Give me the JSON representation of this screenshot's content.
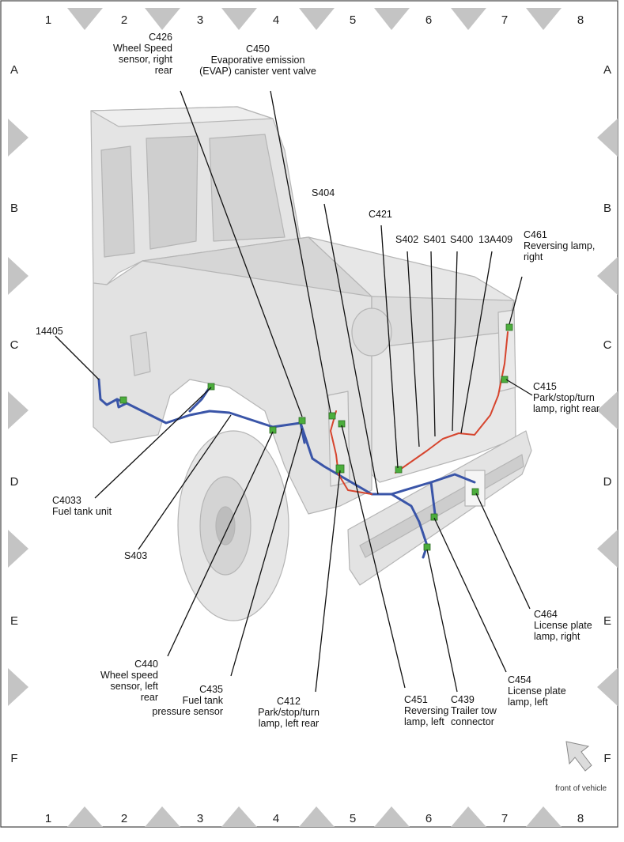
{
  "grid": {
    "columns": [
      "1",
      "2",
      "3",
      "4",
      "5",
      "6",
      "7",
      "8"
    ],
    "rows": [
      "A",
      "B",
      "C",
      "D",
      "E",
      "F"
    ]
  },
  "callouts": {
    "c426": {
      "id": "C426",
      "lines": [
        "Wheel Speed",
        "sensor, right",
        "rear"
      ]
    },
    "c450": {
      "id": "C450",
      "lines": [
        "Evaporative emission",
        "(EVAP) canister vent valve"
      ]
    },
    "s404": {
      "id": "S404"
    },
    "c421": {
      "id": "C421"
    },
    "s402": {
      "id": "S402"
    },
    "s401": {
      "id": "S401"
    },
    "s400": {
      "id": "S400"
    },
    "a13a409": {
      "id": "13A409"
    },
    "c461": {
      "id": "C461",
      "lines": [
        "Reversing lamp,",
        "right"
      ]
    },
    "w14405": {
      "id": "14405"
    },
    "c415": {
      "id": "C415",
      "lines": [
        "Park/stop/turn",
        "lamp, right rear"
      ]
    },
    "c4033": {
      "id": "C4033",
      "lines": [
        "Fuel tank unit"
      ]
    },
    "s403": {
      "id": "S403"
    },
    "c464": {
      "id": "C464",
      "lines": [
        "License plate",
        "lamp, right"
      ]
    },
    "c440": {
      "id": "C440",
      "lines": [
        "Wheel speed",
        "sensor, left",
        "rear"
      ]
    },
    "c454": {
      "id": "C454",
      "lines": [
        "License plate",
        "lamp, left"
      ]
    },
    "c435": {
      "id": "C435",
      "lines": [
        "Fuel tank",
        "pressure sensor"
      ]
    },
    "c412": {
      "id": "C412",
      "lines": [
        "Park/stop/turn",
        "lamp, left rear"
      ]
    },
    "c451": {
      "id": "C451",
      "lines": [
        "Reversing",
        "lamp, left"
      ]
    },
    "c439": {
      "id": "C439",
      "lines": [
        "Trailer tow",
        "connector"
      ]
    }
  },
  "orientation": {
    "label": "front of vehicle",
    "icon": "front-arrow-icon"
  },
  "colors": {
    "harness_blue": "#3a55a8",
    "harness_red": "#d6452e",
    "connector_green": "#4cae3c",
    "truck_fill": "#e2e2e2",
    "truck_stroke": "#b5b5b5",
    "marker_gray": "#c4c4c4"
  }
}
